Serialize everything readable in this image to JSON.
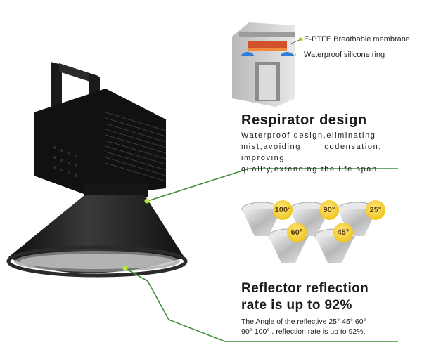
{
  "callouts": {
    "membrane": "E-PTFE Breathable membrane",
    "silicone_ring": "Waterproof silicone ring"
  },
  "respirator": {
    "title": "Respirator design",
    "lines": [
      "Waterproof design,eliminating",
      "mist,avoiding codensation, improving",
      "quality,extending the life span."
    ]
  },
  "reflector": {
    "title_lines": [
      "Reflector  reflection",
      "rate is up to 92%"
    ],
    "lines": [
      "The Angle of the reflective 25° 45° 60°",
      "90° 100° , reflection rate is up to 92%."
    ]
  },
  "angles": [
    "100°",
    "90°",
    "25°",
    "60°",
    "45°"
  ],
  "colors": {
    "accent_green": "#3f8f3a",
    "point_green": "#b7e83b",
    "badge_yellow": "#f1c61f"
  }
}
